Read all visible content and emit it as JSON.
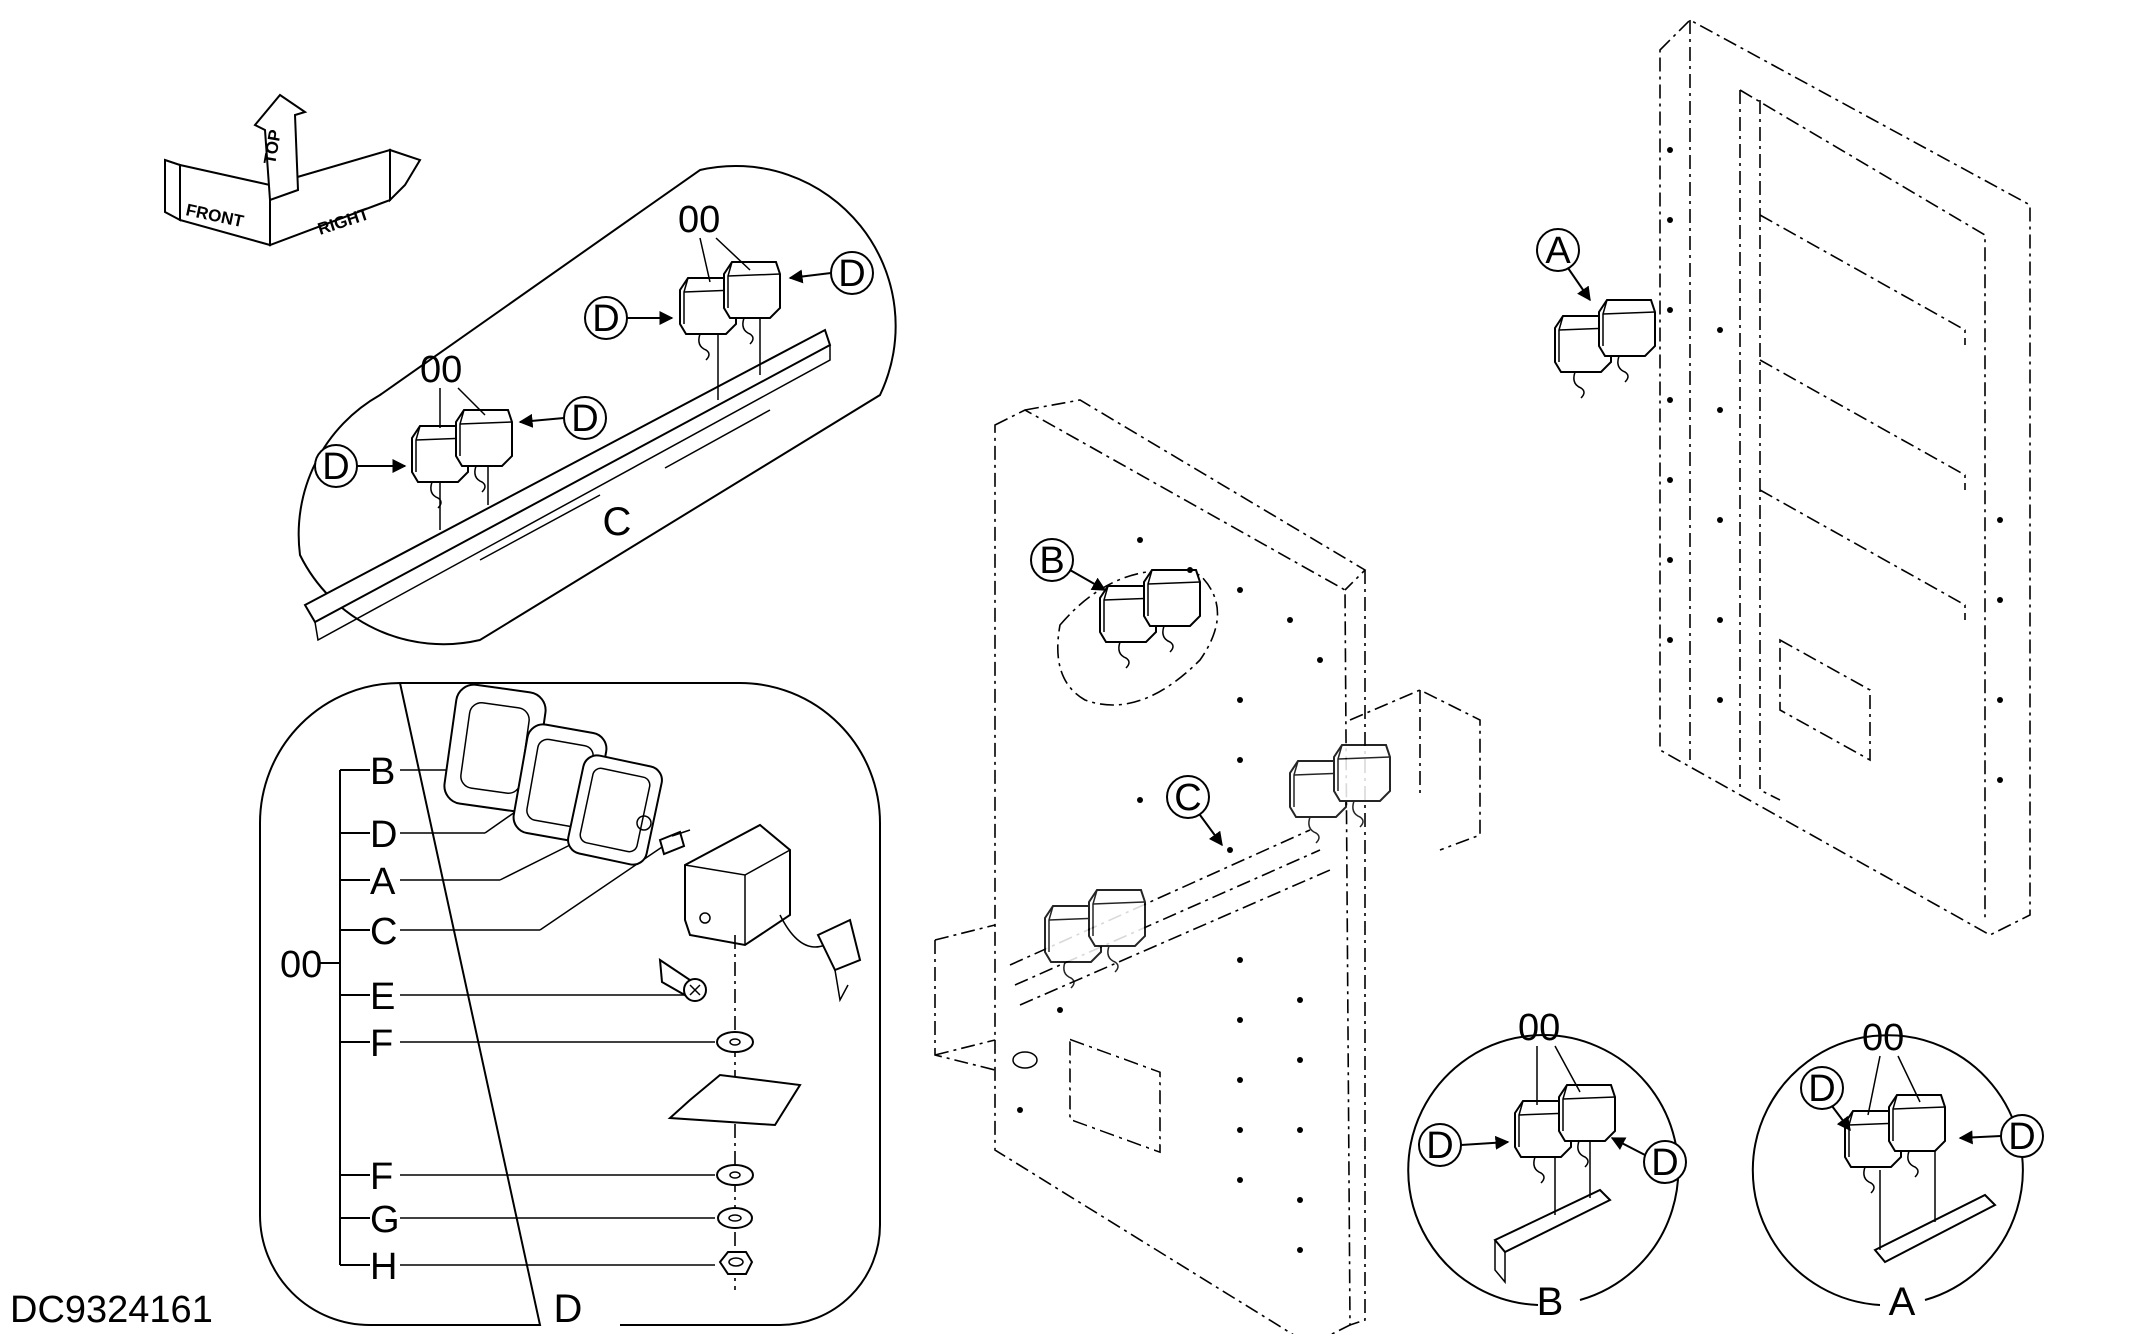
{
  "drawing_code": "DC9324161",
  "orientation": {
    "front": "FRONT",
    "top": "TOP",
    "right": "RIGHT"
  },
  "detail_c": {
    "label": "C",
    "callouts": [
      "D",
      "D",
      "D",
      "D"
    ],
    "assembly_labels": [
      "00",
      "00"
    ]
  },
  "detail_d": {
    "label": "D",
    "assembly_label": "00",
    "parts": [
      "B",
      "D",
      "A",
      "C",
      "E",
      "F",
      "F",
      "G",
      "H"
    ]
  },
  "main_callouts": {
    "a": "A",
    "b": "B",
    "c": "C"
  },
  "detail_b": {
    "label": "B",
    "assembly_label": "00",
    "callouts": [
      "D",
      "D"
    ]
  },
  "detail_a": {
    "label": "A",
    "assembly_label": "00",
    "callouts": [
      "D",
      "D"
    ]
  }
}
